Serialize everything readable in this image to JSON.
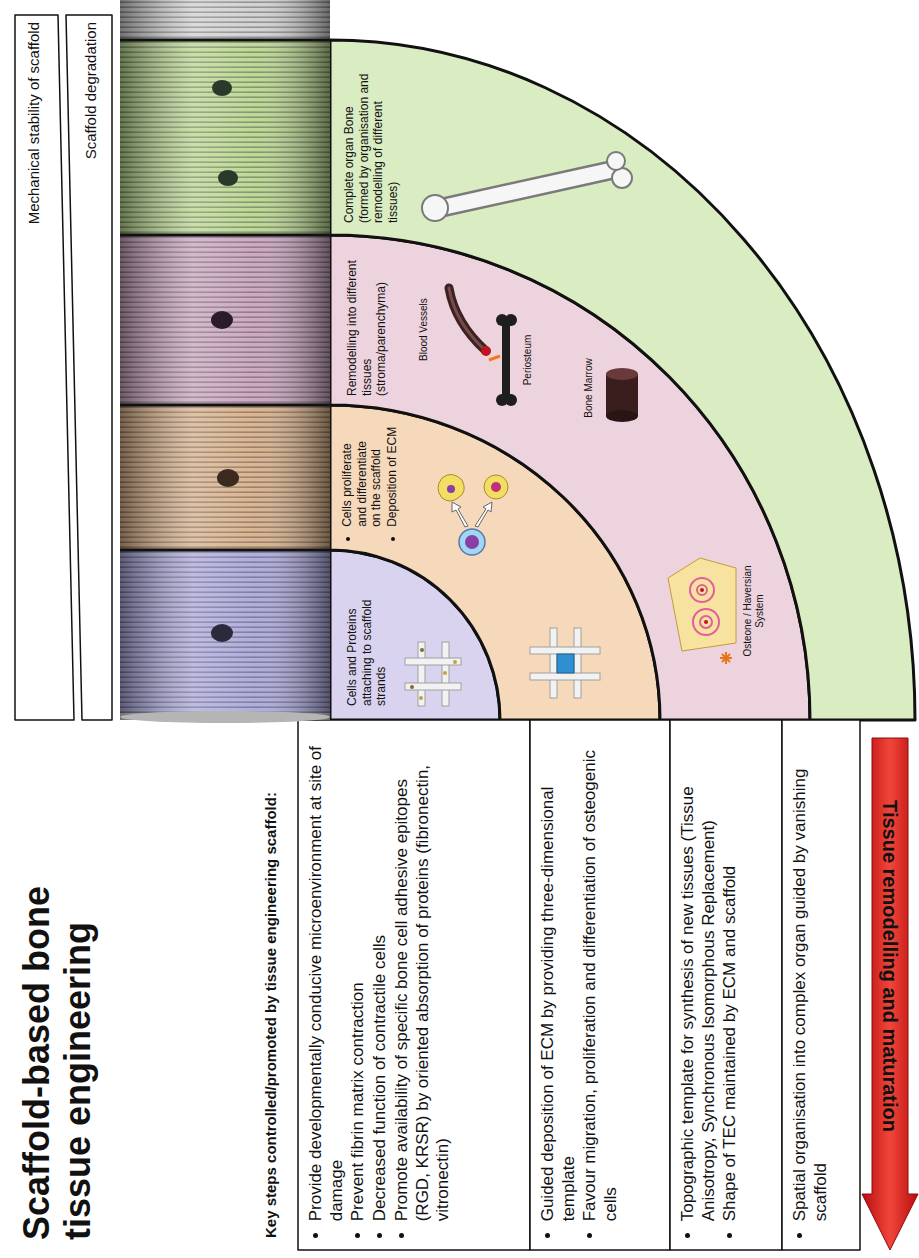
{
  "diagram": {
    "title": "Scaffold-based bone tissue engineering",
    "nodes": [
      {
        "text": [
          "Mechanical stability of scaffold"
        ]
      },
      {
        "text": [
          "Scaffold degradation"
        ]
      },
      {
        "text": [
          "Cells and Proteins attaching to scaffold strands"
        ]
      },
      {
        "text": [
          "Cells proliferate and differentiate on the scaffold",
          "Deposition of ECM"
        ]
      },
      {
        "text": [
          "Remodelling into different tissues (stroma/parenchyma)"
        ]
      },
      {
        "text": [
          "Complete organ Bone (formed by organisation and remodelling of different tissues)"
        ]
      },
      {
        "text": [
          "Provide developmentally conducive microenvironment at site of damage",
          "Prevent fibrin matrix contraction",
          "Decreased function of contractile cells",
          "Promote availability of specific bone cell adhesive epitopes (RGD, KRSR) by oriented absorption of proteins (fibronectin, vitronectin)"
        ]
      },
      {
        "text": [
          "Guided deposition of ECM by providing three-dimensional template",
          "Favour migration, proliferation and differentiation of osteogenic cells"
        ]
      },
      {
        "text": [
          "Topographic template for synthesis of new tissues (Tissue Anisotropy, Synchronous Isomorphous Replacement)",
          "Shape of TEC maintained by ECM and scaffold"
        ]
      },
      {
        "text": [
          "Spatial organisation into complex organ guided by vanishing scaffold"
        ]
      },
      {
        "text": [
          "Tissue remodelling and maturation"
        ]
      }
    ],
    "labels": [
      "Key steps controlled/promoted by tissue engineering scaffold:",
      "Osteone / Haversian System",
      "Bone Marrow",
      "Periosteum",
      "Blood Vessels"
    ]
  }
}
